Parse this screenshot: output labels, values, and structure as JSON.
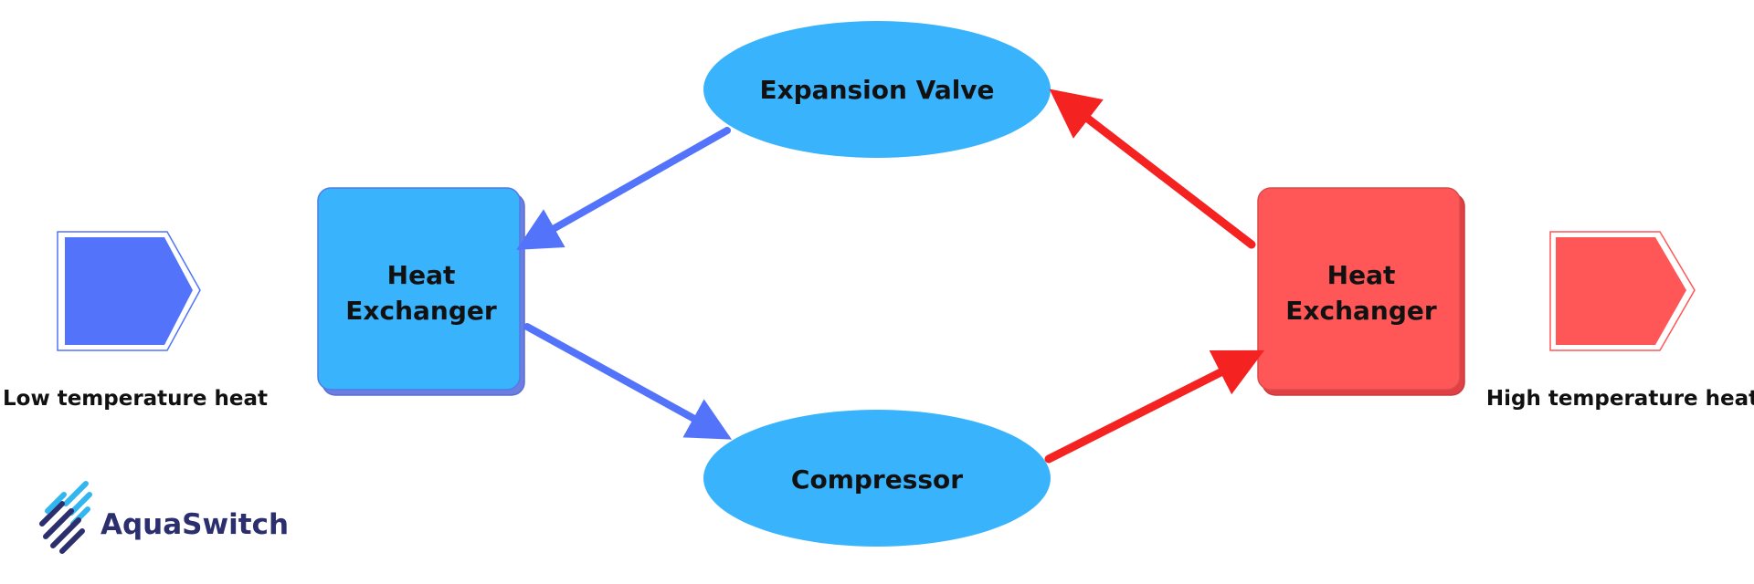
{
  "diagram": {
    "nodes": {
      "expansion_valve": "Expansion Valve",
      "compressor": "Compressor",
      "hx_cold_line1": "Heat",
      "hx_cold_line2": "Exchanger",
      "hx_hot_line1": "Heat",
      "hx_hot_line2": "Exchanger"
    },
    "inputs": {
      "low_label": "Low temperature heat",
      "high_label": "High temperature heat"
    },
    "logo": {
      "name": "AquaSwitch"
    },
    "colors": {
      "node_blue": "#3ab3fd",
      "cold_blue": "#5273fa",
      "hot_red": "#ff5757",
      "arrow_red": "#f52222",
      "logo_navy": "#2b2f6e",
      "logo_cyan": "#32b6ef"
    }
  }
}
